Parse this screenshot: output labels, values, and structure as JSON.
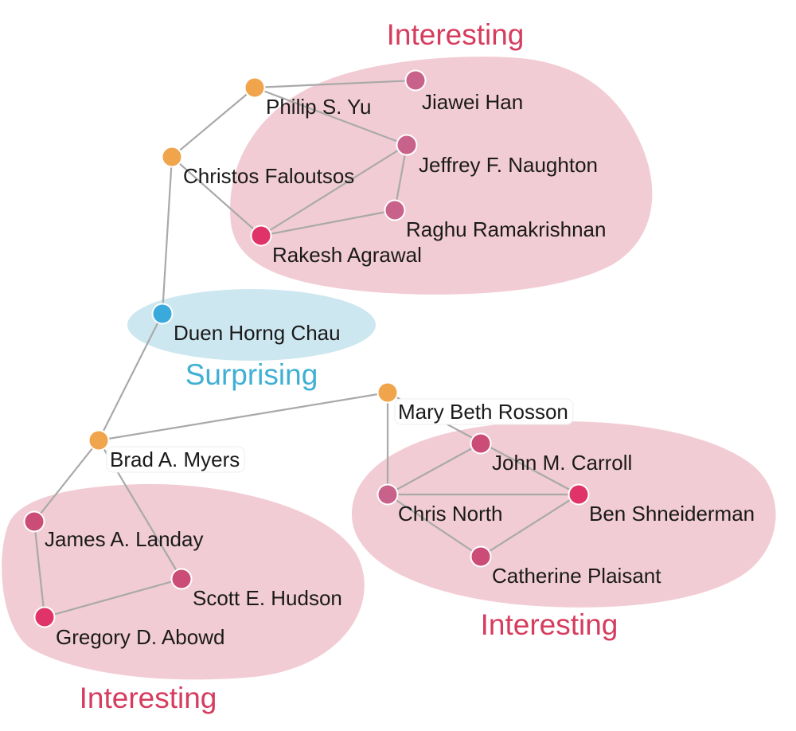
{
  "colors": {
    "interesting_region": "#f2ccd4",
    "interesting_text": "#d63c5e",
    "surprising_region": "#cde7f0",
    "surprising_text": "#3fb0d4",
    "edge": "#a9a9a9",
    "node_orange": "#f0a54c",
    "node_blue": "#3aa9dc",
    "node_pink_deep": "#e0336a",
    "node_pink_mid": "#cb4c77",
    "node_pink_soft": "#c9628a"
  },
  "group_labels": {
    "interesting_top": "Interesting",
    "surprising": "Surprising",
    "interesting_right": "Interesting",
    "interesting_bottom_left": "Interesting"
  },
  "nodes": {
    "philip_s_yu": {
      "label": "Philip S. Yu",
      "color": "node_orange"
    },
    "jiawei_han": {
      "label": "Jiawei Han",
      "color": "node_pink_soft"
    },
    "christos_faloutsos": {
      "label": "Christos Faloutsos",
      "color": "node_orange"
    },
    "jeffrey_f_naughton": {
      "label": "Jeffrey F. Naughton",
      "color": "node_pink_soft"
    },
    "raghu_ramakrishnan": {
      "label": "Raghu Ramakrishnan",
      "color": "node_pink_soft"
    },
    "rakesh_agrawal": {
      "label": "Rakesh Agrawal",
      "color": "node_pink_deep"
    },
    "duen_horng_chau": {
      "label": "Duen Horng Chau",
      "color": "node_blue"
    },
    "mary_beth_rosson": {
      "label": "Mary Beth Rosson",
      "color": "node_orange"
    },
    "brad_a_myers": {
      "label": "Brad A. Myers",
      "color": "node_orange"
    },
    "john_m_carroll": {
      "label": "John M. Carroll",
      "color": "node_pink_mid"
    },
    "chris_north": {
      "label": "Chris North",
      "color": "node_pink_soft"
    },
    "ben_shneiderman": {
      "label": "Ben Shneiderman",
      "color": "node_pink_deep"
    },
    "catherine_plaisant": {
      "label": "Catherine Plaisant",
      "color": "node_pink_mid"
    },
    "james_a_landay": {
      "label": "James A. Landay",
      "color": "node_pink_mid"
    },
    "scott_e_hudson": {
      "label": "Scott E. Hudson",
      "color": "node_pink_mid"
    },
    "gregory_d_abowd": {
      "label": "Gregory D. Abowd",
      "color": "node_pink_deep"
    }
  },
  "edges": [
    [
      "philip_s_yu",
      "jiawei_han"
    ],
    [
      "philip_s_yu",
      "christos_faloutsos"
    ],
    [
      "philip_s_yu",
      "jeffrey_f_naughton"
    ],
    [
      "christos_faloutsos",
      "rakesh_agrawal"
    ],
    [
      "christos_faloutsos",
      "duen_horng_chau"
    ],
    [
      "jeffrey_f_naughton",
      "rakesh_agrawal"
    ],
    [
      "jeffrey_f_naughton",
      "raghu_ramakrishnan"
    ],
    [
      "raghu_ramakrishnan",
      "rakesh_agrawal"
    ],
    [
      "duen_horng_chau",
      "brad_a_myers"
    ],
    [
      "brad_a_myers",
      "mary_beth_rosson"
    ],
    [
      "brad_a_myers",
      "james_a_landay"
    ],
    [
      "brad_a_myers",
      "scott_e_hudson"
    ],
    [
      "james_a_landay",
      "gregory_d_abowd"
    ],
    [
      "gregory_d_abowd",
      "scott_e_hudson"
    ],
    [
      "mary_beth_rosson",
      "chris_north"
    ],
    [
      "mary_beth_rosson",
      "ben_shneiderman"
    ],
    [
      "chris_north",
      "john_m_carroll"
    ],
    [
      "chris_north",
      "ben_shneiderman"
    ],
    [
      "chris_north",
      "catherine_plaisant"
    ],
    [
      "catherine_plaisant",
      "ben_shneiderman"
    ]
  ]
}
